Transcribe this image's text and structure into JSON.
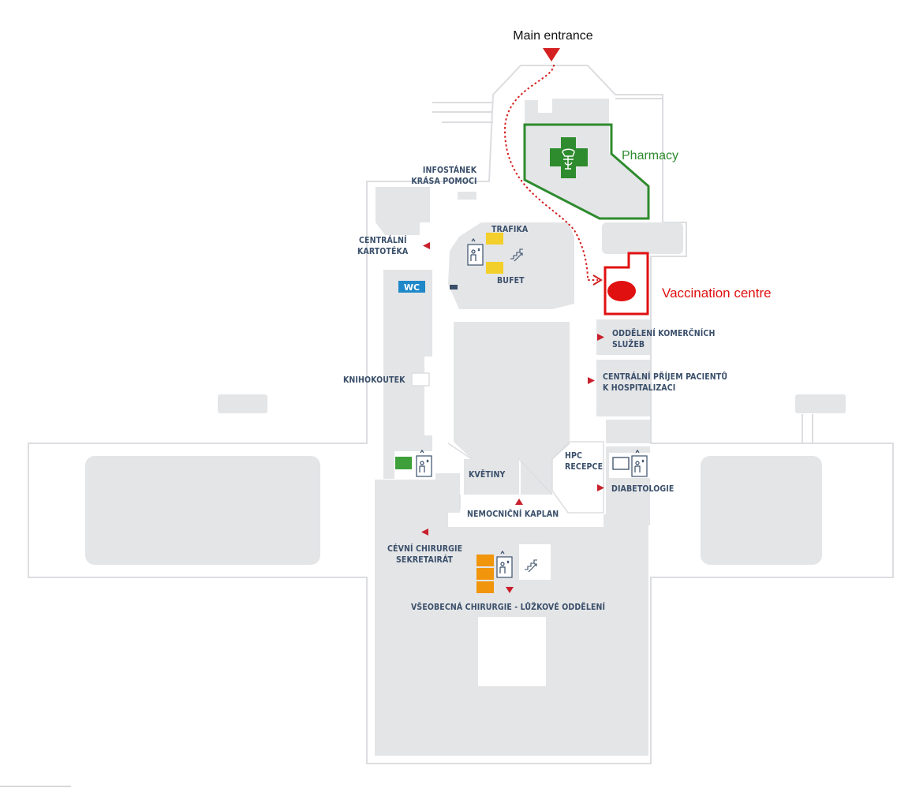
{
  "labels": {
    "main_entrance": "Main entrance",
    "pharmacy": "Pharmacy",
    "vaccination_centre": "Vaccination centre",
    "infostanek_1": "INFOSTÁNEK",
    "infostanek_2": "KRÁSA POMOCI",
    "trafika": "TRAFIKA",
    "bufet": "BUFET",
    "kartoteka_1": "CENTRÁLNÍ",
    "kartoteka_2": "KARTOTÉKA",
    "wc": "WC",
    "komercni_1": "ODDĚLENÍ KOMERČNÍCH",
    "komercni_2": "SLUŽEB",
    "prijem_1": "CENTRÁLNÍ PŘÍJEM PACIENTŮ",
    "prijem_2": "K HOSPITALIZACI",
    "knihokoutek": "KNIHOKOUTEK",
    "hpc_1": "HPC",
    "hpc_2": "RECEPCE",
    "kvetiny": "KVĚTINY",
    "diabetologie": "DIABETOLOGIE",
    "kaplan": "NEMOCNIČNÍ KAPLAN",
    "cevni_1": "CÉVNÍ CHIRURGIE",
    "cevni_2": "SEKRETAIRÁT",
    "vseobecna": "VŠEOBECNÁ CHIRURGIE - LŮŽKOVÉ ODDĚLENÍ"
  },
  "colors": {
    "route": "#d42020",
    "pharmacy": "#2e8b2e",
    "vaccination": "#e01010",
    "building_fill": "#e4e5e7",
    "building_outline": "#dcdde0",
    "label_text": "#3a4f6a",
    "arrow_red": "#c8202c",
    "wc_badge": "#1e88c8",
    "kiosk_yellow": "#f2cf2a",
    "orange_blocks": "#f0950c",
    "green_block": "#3ea03a"
  },
  "icons": [
    "entrance-arrow-icon",
    "pharmacy-cross-icon",
    "elevator-icon",
    "stairs-icon",
    "direction-arrow-icon",
    "wc-icon"
  ]
}
